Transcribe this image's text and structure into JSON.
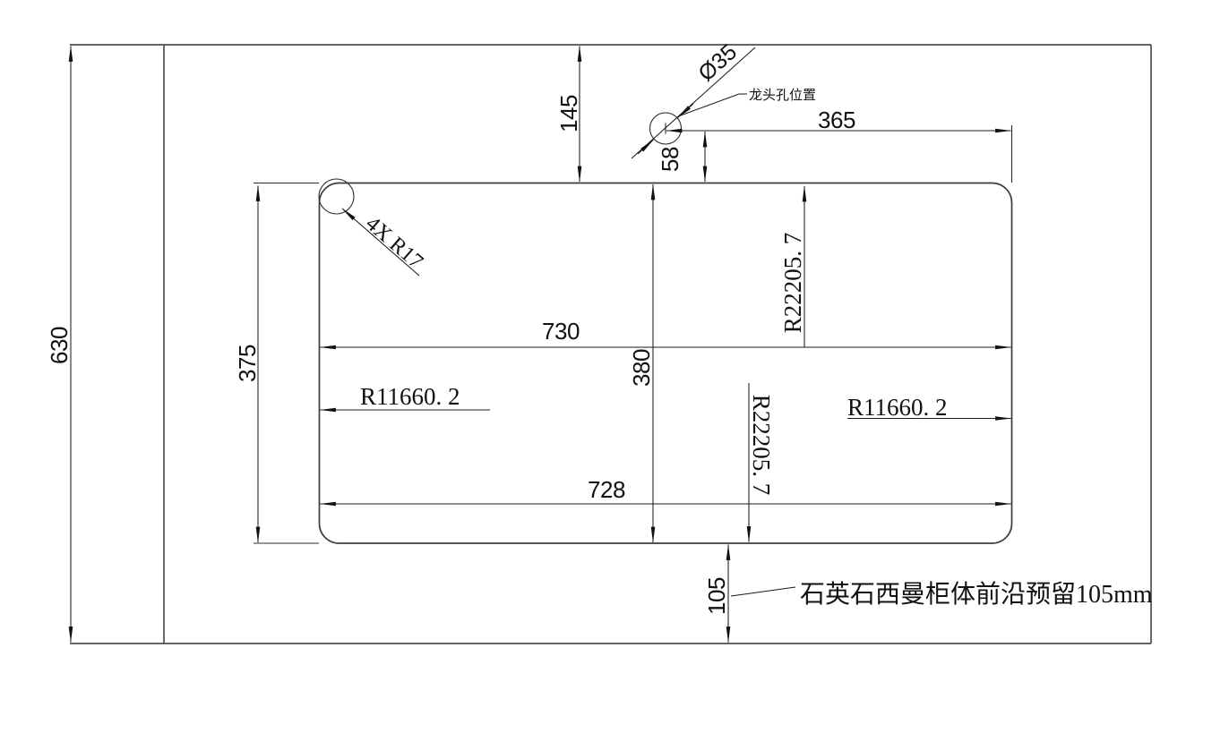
{
  "drawing": {
    "labels": {
      "overall_height": "630",
      "faucet_top_offset": "145",
      "faucet_hole_diameter": "Ø35",
      "faucet_hole_label": "龙头孔位置",
      "faucet_right_offset": "365",
      "faucet_to_sink_gap": "58",
      "corner_radius_note": "4X R17",
      "sink_top_width": "730",
      "sink_center_height": "380",
      "sink_left_height": "375",
      "sink_bottom_width": "728",
      "front_edge_reserve": "105",
      "left_edge_radius": "R11660. 2",
      "right_edge_radius": "R11660. 2",
      "top_edge_radius": "R22205. 7",
      "bottom_edge_radius": "R22205. 7",
      "front_note": "石英石西曼柜体前沿预留105mm"
    },
    "colors": {
      "background": "#ffffff",
      "outline": "#4f4f4f",
      "dimension_line": "#1b1b1b",
      "text": "#111111"
    }
  }
}
